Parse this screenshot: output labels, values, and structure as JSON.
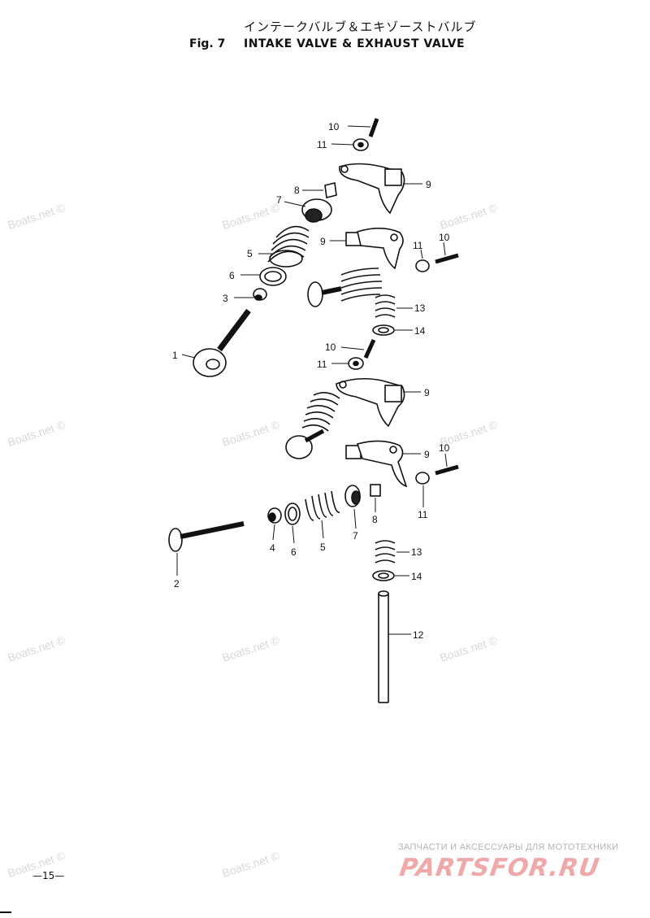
{
  "header": {
    "title_jp": "インテークバルブ＆エキゾーストバルブ",
    "fig_number": "Fig. 7",
    "title_en": "INTAKE VALVE & EXHAUST VALVE"
  },
  "watermark": "Boats.net ©",
  "page_number": "—15—",
  "branding": {
    "subtitle": "ЗАПЧАСТИ И АКСЕССУАРЫ ДЛЯ МОТОТЕХНИКИ",
    "name": "PARTSFOR.RU"
  },
  "callouts": [
    {
      "id": "c10a",
      "label": "10"
    },
    {
      "id": "c11a",
      "label": "11"
    },
    {
      "id": "c8a",
      "label": "8"
    },
    {
      "id": "c7a",
      "label": "7"
    },
    {
      "id": "c9a",
      "label": "9"
    },
    {
      "id": "c9b",
      "label": "9"
    },
    {
      "id": "c11b",
      "label": "11"
    },
    {
      "id": "c10b",
      "label": "10"
    },
    {
      "id": "c5a",
      "label": "5"
    },
    {
      "id": "c6a",
      "label": "6"
    },
    {
      "id": "c3a",
      "label": "3"
    },
    {
      "id": "c13a",
      "label": "13"
    },
    {
      "id": "c14a",
      "label": "14"
    },
    {
      "id": "c1a",
      "label": "1"
    },
    {
      "id": "c10c",
      "label": "10"
    },
    {
      "id": "c11c",
      "label": "11"
    },
    {
      "id": "c9c",
      "label": "9"
    },
    {
      "id": "c9d",
      "label": "9"
    },
    {
      "id": "c10d",
      "label": "10"
    },
    {
      "id": "c11d",
      "label": "11"
    },
    {
      "id": "c8b",
      "label": "8"
    },
    {
      "id": "c7b",
      "label": "7"
    },
    {
      "id": "c4a",
      "label": "4"
    },
    {
      "id": "c6b",
      "label": "6"
    },
    {
      "id": "c5b",
      "label": "5"
    },
    {
      "id": "c2a",
      "label": "2"
    },
    {
      "id": "c13b",
      "label": "13"
    },
    {
      "id": "c14b",
      "label": "14"
    },
    {
      "id": "c12a",
      "label": "12"
    }
  ]
}
